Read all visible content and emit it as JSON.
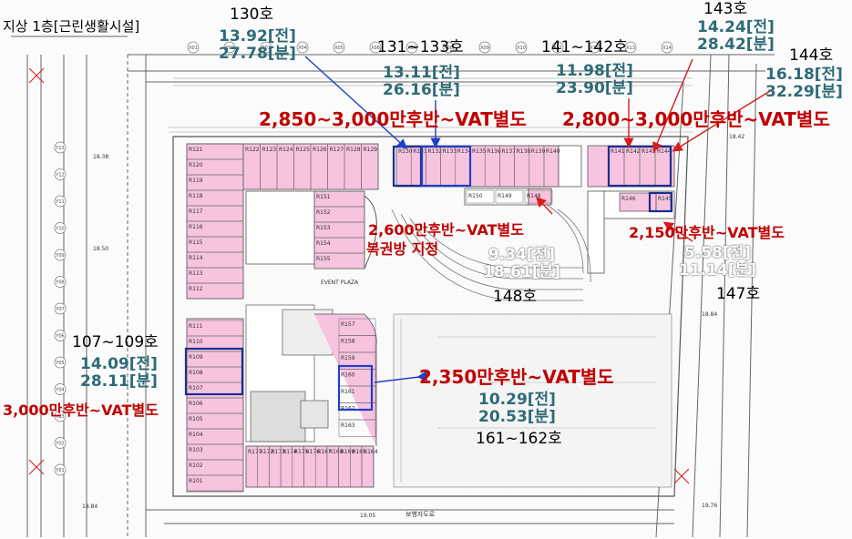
{
  "title": "지상 1층[근린생활시설]",
  "annotations": {
    "unit_130": "130호",
    "area_130_jeon": "13.92[전]",
    "area_130_bun": "27.78[분]",
    "unit_131_133": "131~133호",
    "area_131_jeon": "13.11[전]",
    "area_131_bun": "26.16[분]",
    "unit_141_142": "141~142호",
    "area_141_jeon": "11.98[전]",
    "area_141_bun": "23.90[분]",
    "unit_143": "143호",
    "area_143_jeon": "14.24[전]",
    "area_143_bun": "28.42[분]",
    "unit_144": "144호",
    "area_144_jeon": "16.18[전]",
    "area_144_bun": "32.29[분]",
    "price_130_133": "2,850~3,000만후반~VAT별도",
    "price_141_144": "2,800~3,000만후반~VAT별도",
    "price_148": "2,600만후반~VAT별도",
    "price_148_note": "복권방 지정",
    "price_147": "2,150만후반~VAT별도",
    "area_148_jeon": "9.34[전]",
    "area_148_bun": "18.61[분]",
    "unit_148": "148호",
    "area_147_jeon": "5.58[전]",
    "area_147_bun": "11.14[분]",
    "unit_147": "147호",
    "unit_107_109": "107~109호",
    "area_107_jeon": "14.09[전]",
    "area_107_bun": "28.11[분]",
    "price_107_109": "3,000만후반~VAT별도",
    "price_161_162": "2,350만후반~VAT별도",
    "area_161_jeon": "10.29[전]",
    "area_161_bun": "20.53[분]",
    "unit_161_162": "161~162호"
  },
  "rooms": {
    "top_row": [
      "R122",
      "R123",
      "R124",
      "R125",
      "R126",
      "R127",
      "R128",
      "R129"
    ],
    "left_col_top": [
      "R121",
      "R120",
      "R119",
      "R118",
      "R117",
      "R116",
      "R115",
      "R114",
      "R113",
      "R112"
    ],
    "mid_col_top": [
      "R151",
      "R152",
      "R153",
      "R154",
      "R155"
    ],
    "top_right_row": [
      "R130",
      "R131",
      "R132",
      "R133",
      "R134",
      "R135",
      "R136",
      "R137",
      "R138",
      "R139",
      "R140"
    ],
    "far_right_row": [
      "R141",
      "R142",
      "R143",
      "R144"
    ],
    "far_right_lower": [
      "R146",
      "R145"
    ],
    "center_small": [
      "R150",
      "R149",
      "R148"
    ],
    "left_col_bottom": [
      "R111",
      "R110",
      "R109",
      "R108",
      "R107",
      "R106",
      "R105",
      "R104",
      "R103",
      "R102",
      "R101"
    ],
    "mid_col_bottom": [
      "R157",
      "R158",
      "R159",
      "R160",
      "R161",
      "R162",
      "R163"
    ],
    "bottom_row": [
      "R171",
      "R172",
      "R173",
      "R174",
      "R175",
      "R176",
      "R167",
      "R168",
      "R169",
      "R165",
      "R164"
    ]
  },
  "plan_text": {
    "event_plaza": "EVENT PLAZA",
    "walkway": "보행자도로",
    "grid_y": [
      "Y13",
      "Y12",
      "Y11",
      "Y10",
      "Y09",
      "Y08",
      "Y07",
      "Y06",
      "Y05",
      "Y04",
      "Y03",
      "Y02",
      "Y01"
    ],
    "grid_x": [
      "X01",
      "X02",
      "X03",
      "X04",
      "X05",
      "X06",
      "X07",
      "X08",
      "X09",
      "X10",
      "X11",
      "X12",
      "X13",
      "X14"
    ]
  },
  "colors": {
    "unit_fill": "#f7c3df",
    "area_text": "#2e6b77",
    "price_text": "#c00000",
    "highlight_box": "#1a2f8f",
    "arrow_red": "#d81b1b",
    "arrow_blue": "#1e40c8"
  }
}
